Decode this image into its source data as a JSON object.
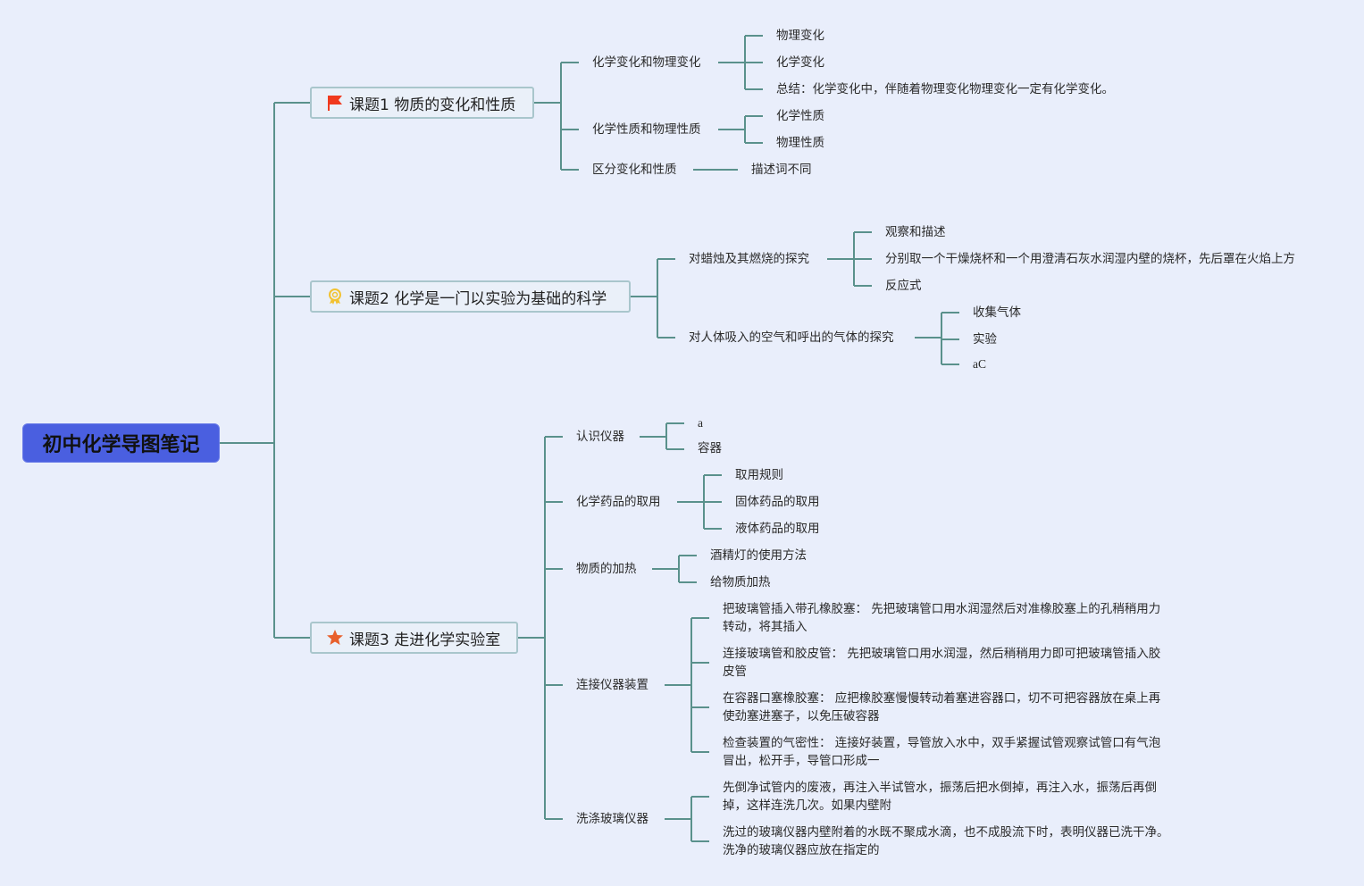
{
  "root": {
    "label": "初中化学导图笔记"
  },
  "colors": {
    "root_fill": "#4a5fe0",
    "line": "#5a918c",
    "background": "#e9eefb",
    "flag": "#f03a1e",
    "badge": "#f2c230",
    "star": "#e8602c"
  },
  "topics": [
    {
      "label": "课题1 物质的变化和性质",
      "icon": "flag-icon",
      "children": [
        {
          "label": "化学变化和物理变化",
          "children": [
            "物理变化",
            "化学变化",
            "总结：化学变化中，伴随着物理变化物理变化一定有化学变化。"
          ]
        },
        {
          "label": "化学性质和物理性质",
          "children": [
            "化学性质",
            "物理性质"
          ]
        },
        {
          "label": "区分变化和性质",
          "children": [
            "描述词不同"
          ]
        }
      ]
    },
    {
      "label": "课题2 化学是一门以实验为基础的科学",
      "icon": "award-badge-icon",
      "children": [
        {
          "label": "对蜡烛及其燃烧的探究",
          "children": [
            "观察和描述",
            "分别取一个干燥烧杯和一个用澄清石灰水润湿内壁的烧杯，先后罩在火焰上方",
            "反应式"
          ]
        },
        {
          "label": "对人体吸入的空气和呼出的气体的探究",
          "children": [
            "收集气体",
            "实验",
            "aC"
          ]
        }
      ]
    },
    {
      "label": "课题3 走进化学实验室",
      "icon": "star-icon",
      "children": [
        {
          "label": "认识仪器",
          "children": [
            "a",
            "容器"
          ]
        },
        {
          "label": "化学药品的取用",
          "children": [
            "取用规则",
            "固体药品的取用",
            "液体药品的取用"
          ]
        },
        {
          "label": "物质的加热",
          "children": [
            "酒精灯的使用方法",
            "给物质加热"
          ]
        },
        {
          "label": "连接仪器装置",
          "children": [
            "把玻璃管插入带孔橡胶塞： 先把玻璃管口用水润湿然后对准橡胶塞上的孔稍稍用力转动，将其插入",
            "连接玻璃管和胶皮管： 先把玻璃管口用水润湿，然后稍稍用力即可把玻璃管插入胶皮管",
            "在容器口塞橡胶塞： 应把橡胶塞慢慢转动着塞进容器口，切不可把容器放在桌上再使劲塞进塞子，以免压破容器",
            "检查装置的气密性： 连接好装置，导管放入水中，双手紧握试管观察试管口有气泡冒出，松开手，导管口形成一"
          ]
        },
        {
          "label": "洗涤玻璃仪器",
          "children": [
            "先倒净试管内的废液，再注入半试管水，振荡后把水倒掉，再注入水，振荡后再倒掉，这样连洗几次。如果内壁附",
            "洗过的玻璃仪器内壁附着的水既不聚成水滴，也不成股流下时，表明仪器已洗干净。洗净的玻璃仪器应放在指定的"
          ]
        }
      ]
    }
  ]
}
